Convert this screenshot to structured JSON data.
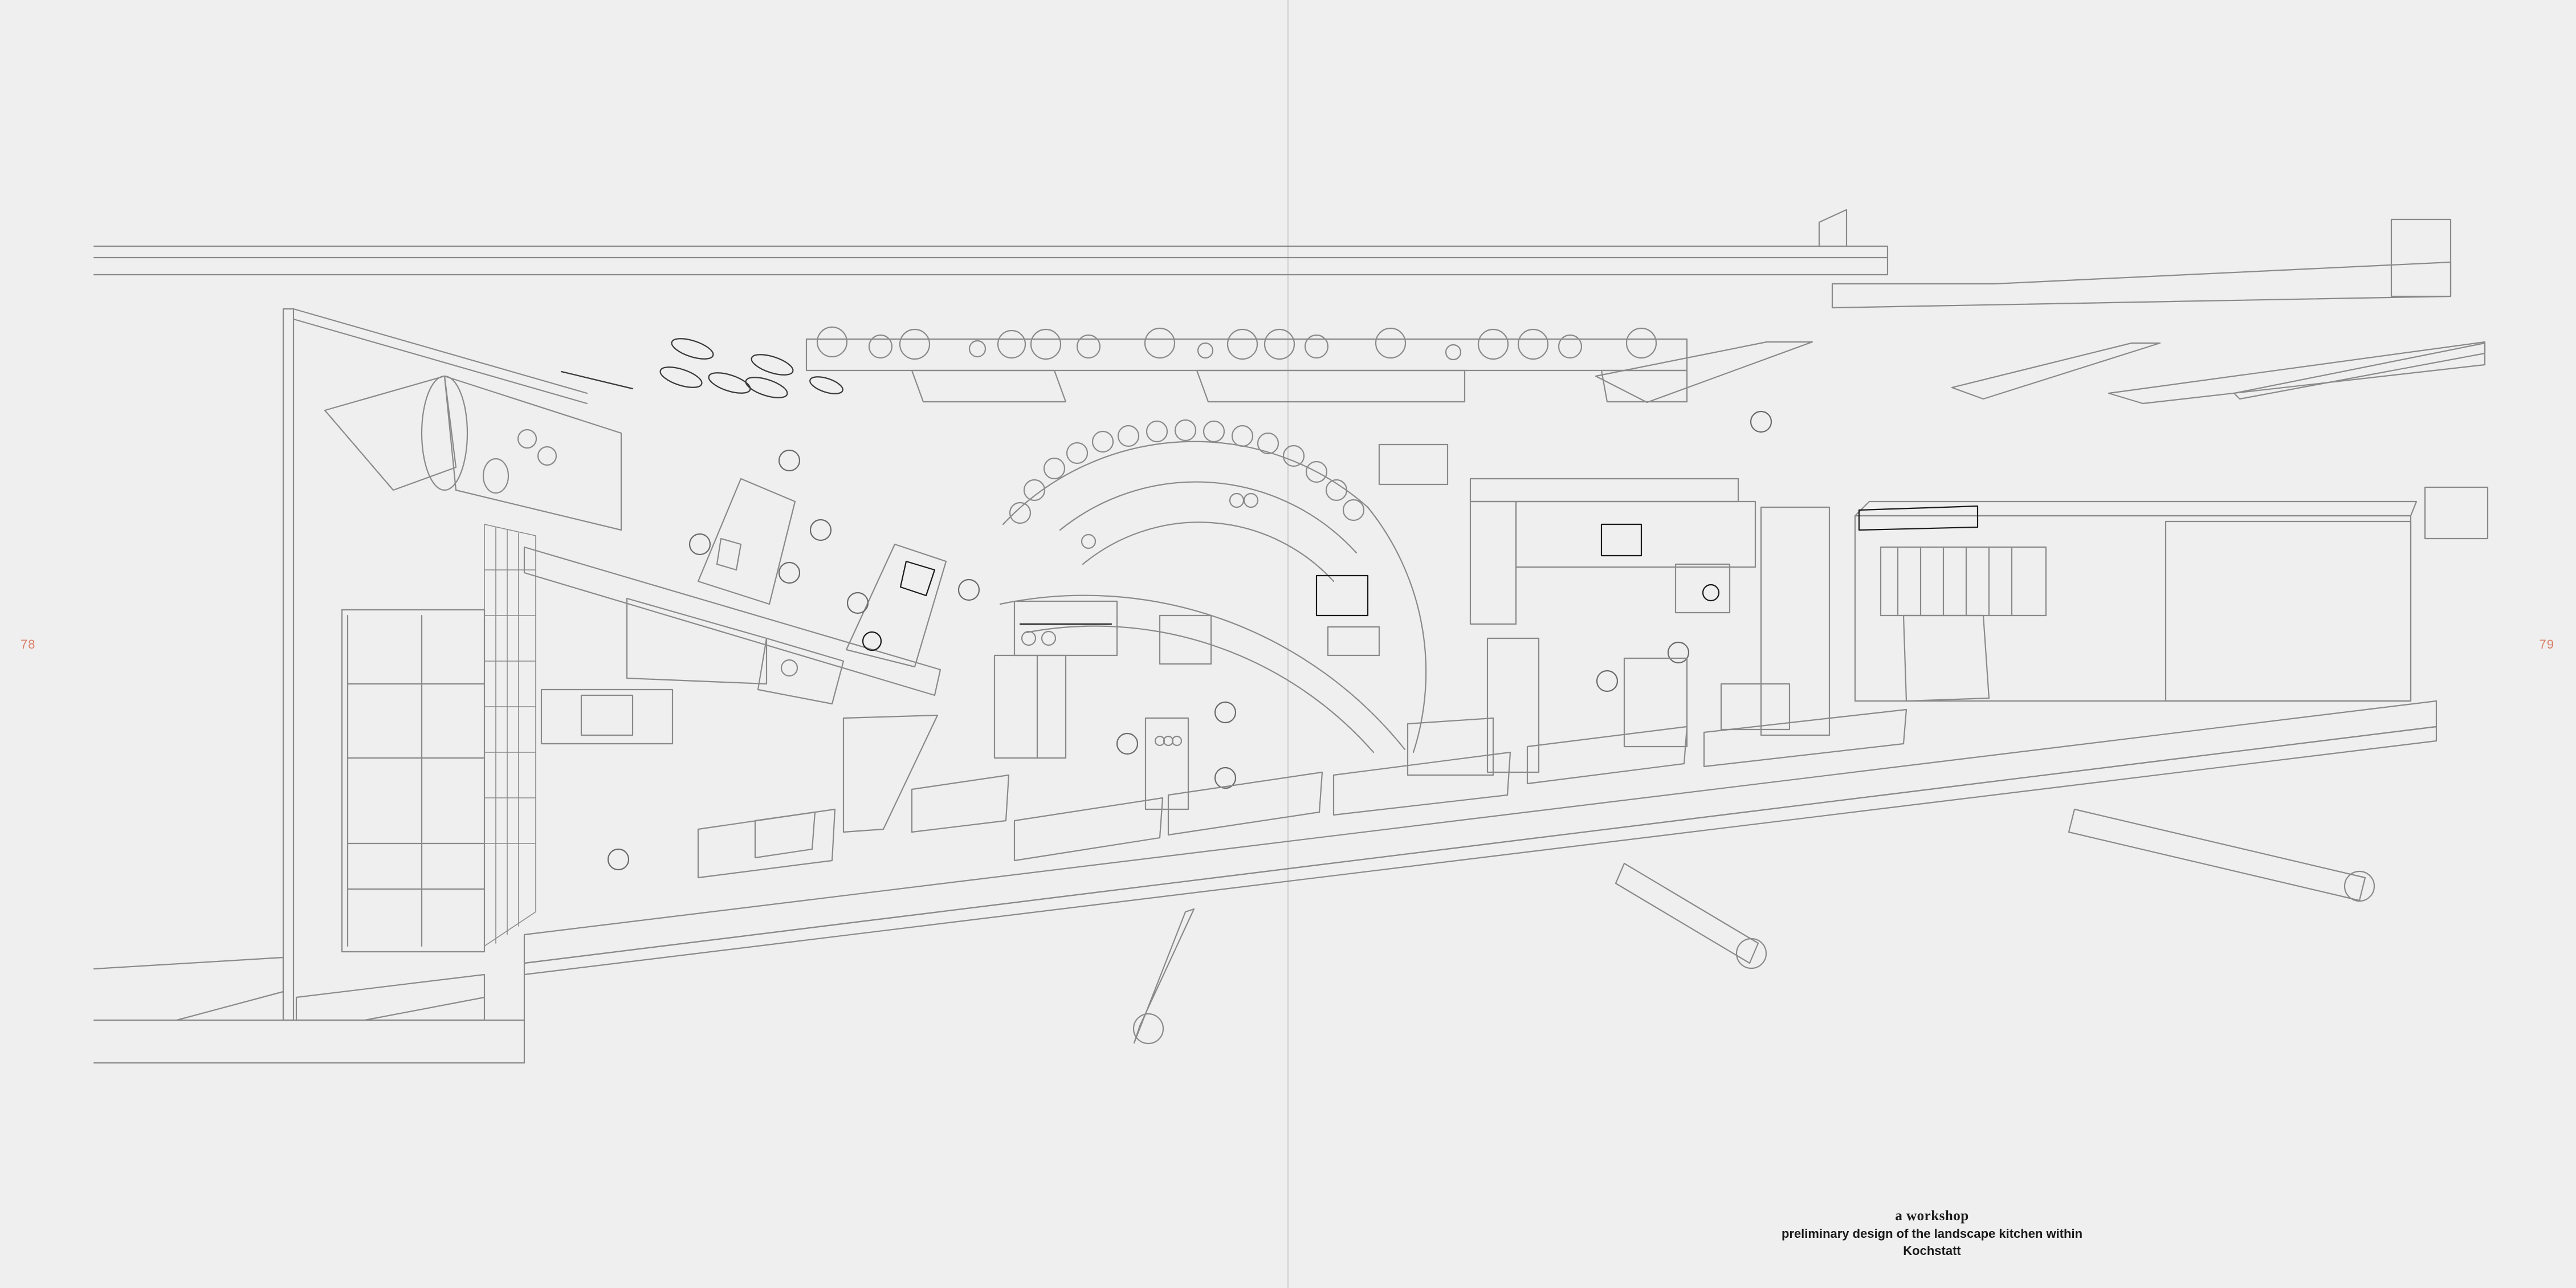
{
  "page_numbers": {
    "left": "78",
    "right": "79"
  },
  "caption": {
    "title": "a workshop",
    "subtitle": "preliminary design of the landscape kitchen within Kochstatt"
  },
  "colors": {
    "background": "#efefef",
    "line": "#8a8a8a",
    "ink": "#1a1a1a",
    "page_number": "#d9806a",
    "gutter": "#cfcfcf"
  }
}
